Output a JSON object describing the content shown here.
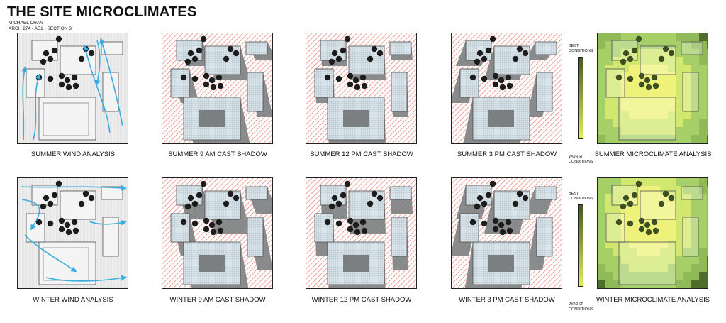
{
  "header": {
    "title": "THE SITE MICROCLIMATES",
    "author": "MICHAEL CHAN",
    "course": "ARCH 274 - AB1 - SECTION 3"
  },
  "legend": {
    "best": "BEST\nCONDITIONS",
    "worst": "WORST\nCONDITIONS",
    "gradient_top": "#3f5a25",
    "gradient_bottom": "#e4ee55"
  },
  "colors": {
    "shadow": "#7c7f81",
    "hatch": "#e97b6a",
    "building_fill": "#d9e3ea",
    "wind_arrow": "#3aaee0",
    "tree": "#1c1c1c",
    "micro_best": "#4f6e2c",
    "micro_mid": "#a6cf68",
    "micro_worst": "#eef27a"
  },
  "rows": [
    {
      "season": "summer",
      "panels": [
        {
          "type": "wind",
          "label": "SUMMER WIND ANALYSIS"
        },
        {
          "type": "shadow",
          "time": "9am",
          "label": "SUMMER 9 AM CAST SHADOW"
        },
        {
          "type": "shadow",
          "time": "12pm",
          "label": "SUMMER 12 PM CAST SHADOW"
        },
        {
          "type": "shadow",
          "time": "3pm",
          "label": "SUMMER 3 PM CAST SHADOW"
        },
        {
          "type": "micro",
          "label": "SUMMER MICROCLIMATE ANALYSIS"
        }
      ]
    },
    {
      "season": "winter",
      "panels": [
        {
          "type": "wind",
          "label": "WINTER WIND ANALYSIS"
        },
        {
          "type": "shadow",
          "time": "9am",
          "label": "WINTER 9 AM CAST SHADOW"
        },
        {
          "type": "shadow",
          "time": "12pm",
          "label": "WINTER 12 PM CAST SHADOW"
        },
        {
          "type": "shadow",
          "time": "3pm",
          "label": "WINTER 3 PM CAST SHADOW"
        },
        {
          "type": "micro",
          "label": "WINTER MICROCLIMATE ANALYSIS"
        }
      ]
    }
  ]
}
